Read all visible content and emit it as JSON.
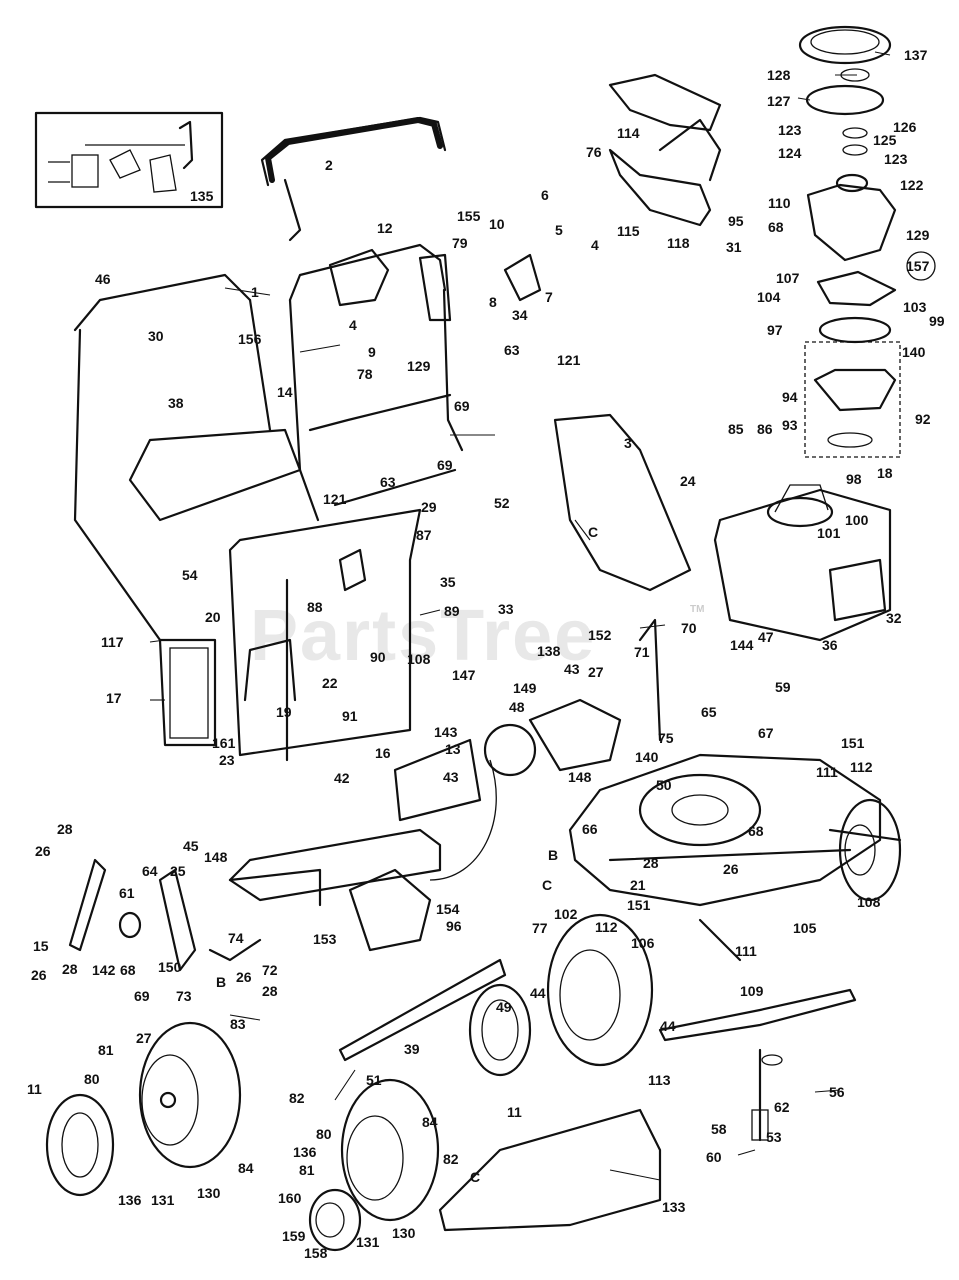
{
  "watermark": "PartsTree",
  "trademark": "TM",
  "callouts": [
    {
      "id": "c137",
      "label": "137"
    },
    {
      "id": "c128",
      "label": "128"
    },
    {
      "id": "c127",
      "label": "127"
    },
    {
      "id": "c126",
      "label": "126"
    },
    {
      "id": "c123a",
      "label": "123"
    },
    {
      "id": "c125",
      "label": "125"
    },
    {
      "id": "c124",
      "label": "124"
    },
    {
      "id": "c123b",
      "label": "123"
    },
    {
      "id": "c122",
      "label": "122"
    },
    {
      "id": "c110",
      "label": "110"
    },
    {
      "id": "c68a",
      "label": "68"
    },
    {
      "id": "c129a",
      "label": "129"
    },
    {
      "id": "c157",
      "label": "157"
    },
    {
      "id": "c107",
      "label": "107"
    },
    {
      "id": "c104",
      "label": "104"
    },
    {
      "id": "c103",
      "label": "103"
    },
    {
      "id": "c99",
      "label": "99"
    },
    {
      "id": "c97",
      "label": "97"
    },
    {
      "id": "c140a",
      "label": "140"
    },
    {
      "id": "c94",
      "label": "94"
    },
    {
      "id": "c93",
      "label": "93"
    },
    {
      "id": "c92",
      "label": "92"
    },
    {
      "id": "c85",
      "label": "85"
    },
    {
      "id": "c86",
      "label": "86"
    },
    {
      "id": "c98",
      "label": "98"
    },
    {
      "id": "c18",
      "label": "18"
    },
    {
      "id": "c100",
      "label": "100"
    },
    {
      "id": "c101",
      "label": "101"
    },
    {
      "id": "c32",
      "label": "32"
    },
    {
      "id": "c36",
      "label": "36"
    },
    {
      "id": "c114",
      "label": "114"
    },
    {
      "id": "c76",
      "label": "76"
    },
    {
      "id": "c115",
      "label": "115"
    },
    {
      "id": "c118",
      "label": "118"
    },
    {
      "id": "c31",
      "label": "31"
    },
    {
      "id": "c95",
      "label": "95"
    },
    {
      "id": "c135",
      "label": "135"
    },
    {
      "id": "c2",
      "label": "2"
    },
    {
      "id": "c155",
      "label": "155"
    },
    {
      "id": "c6",
      "label": "6"
    },
    {
      "id": "c10",
      "label": "10"
    },
    {
      "id": "c5",
      "label": "5"
    },
    {
      "id": "c4a",
      "label": "4"
    },
    {
      "id": "c12",
      "label": "12"
    },
    {
      "id": "c79",
      "label": "79"
    },
    {
      "id": "c7",
      "label": "7"
    },
    {
      "id": "c34",
      "label": "34"
    },
    {
      "id": "c8",
      "label": "8"
    },
    {
      "id": "c4b",
      "label": "4"
    },
    {
      "id": "c9",
      "label": "9"
    },
    {
      "id": "c129b",
      "label": "129"
    },
    {
      "id": "c1",
      "label": "1"
    },
    {
      "id": "c46",
      "label": "46"
    },
    {
      "id": "c156",
      "label": "156"
    },
    {
      "id": "c14",
      "label": "14"
    },
    {
      "id": "c30",
      "label": "30"
    },
    {
      "id": "c38",
      "label": "38"
    },
    {
      "id": "c78",
      "label": "78"
    },
    {
      "id": "c63a",
      "label": "63"
    },
    {
      "id": "c121a",
      "label": "121"
    },
    {
      "id": "c69a",
      "label": "69"
    },
    {
      "id": "c3",
      "label": "3"
    },
    {
      "id": "c63b",
      "label": "63"
    },
    {
      "id": "c69b",
      "label": "69"
    },
    {
      "id": "c121b",
      "label": "121"
    },
    {
      "id": "c29",
      "label": "29"
    },
    {
      "id": "c52",
      "label": "52"
    },
    {
      "id": "c24",
      "label": "24"
    },
    {
      "id": "cC1",
      "label": "C"
    },
    {
      "id": "c87",
      "label": "87"
    },
    {
      "id": "c54",
      "label": "54"
    },
    {
      "id": "c35",
      "label": "35"
    },
    {
      "id": "c33",
      "label": "33"
    },
    {
      "id": "c20",
      "label": "20"
    },
    {
      "id": "c88",
      "label": "88"
    },
    {
      "id": "c89",
      "label": "89"
    },
    {
      "id": "c70",
      "label": "70"
    },
    {
      "id": "c117",
      "label": "117"
    },
    {
      "id": "c90",
      "label": "90"
    },
    {
      "id": "c22",
      "label": "22"
    },
    {
      "id": "c108a",
      "label": "108"
    },
    {
      "id": "c138",
      "label": "138"
    },
    {
      "id": "c152",
      "label": "152"
    },
    {
      "id": "c71",
      "label": "71"
    },
    {
      "id": "c144",
      "label": "144"
    },
    {
      "id": "c47",
      "label": "47"
    },
    {
      "id": "c59",
      "label": "59"
    },
    {
      "id": "c17",
      "label": "17"
    },
    {
      "id": "c19",
      "label": "19"
    },
    {
      "id": "c91",
      "label": "91"
    },
    {
      "id": "c147",
      "label": "147"
    },
    {
      "id": "c43a",
      "label": "43"
    },
    {
      "id": "c27a",
      "label": "27"
    },
    {
      "id": "c149",
      "label": "149"
    },
    {
      "id": "c65",
      "label": "65"
    },
    {
      "id": "c48",
      "label": "48"
    },
    {
      "id": "c75",
      "label": "75"
    },
    {
      "id": "c67",
      "label": "67"
    },
    {
      "id": "c161",
      "label": "161"
    },
    {
      "id": "c23",
      "label": "23"
    },
    {
      "id": "c16",
      "label": "16"
    },
    {
      "id": "c143",
      "label": "143"
    },
    {
      "id": "c13",
      "label": "13"
    },
    {
      "id": "c140b",
      "label": "140"
    },
    {
      "id": "c148a",
      "label": "148"
    },
    {
      "id": "c50",
      "label": "50"
    },
    {
      "id": "c151a",
      "label": "151"
    },
    {
      "id": "c111a",
      "label": "111"
    },
    {
      "id": "c112a",
      "label": "112"
    },
    {
      "id": "c42",
      "label": "42"
    },
    {
      "id": "c43b",
      "label": "43"
    },
    {
      "id": "c68b",
      "label": "68"
    },
    {
      "id": "c28a",
      "label": "28"
    },
    {
      "id": "c66",
      "label": "66"
    },
    {
      "id": "c26a",
      "label": "26"
    },
    {
      "id": "cB1",
      "label": "B"
    },
    {
      "id": "c28b",
      "label": "28"
    },
    {
      "id": "c26b",
      "label": "26"
    },
    {
      "id": "c45",
      "label": "45"
    },
    {
      "id": "c148b",
      "label": "148"
    },
    {
      "id": "c25",
      "label": "25"
    },
    {
      "id": "c64",
      "label": "64"
    },
    {
      "id": "cC2",
      "label": "C"
    },
    {
      "id": "c77",
      "label": "77"
    },
    {
      "id": "c21",
      "label": "21"
    },
    {
      "id": "c102",
      "label": "102"
    },
    {
      "id": "c151b",
      "label": "151"
    },
    {
      "id": "c108b",
      "label": "108"
    },
    {
      "id": "c105",
      "label": "105"
    },
    {
      "id": "c154",
      "label": "154"
    },
    {
      "id": "c112b",
      "label": "112"
    },
    {
      "id": "c111b",
      "label": "111"
    },
    {
      "id": "c61",
      "label": "61"
    },
    {
      "id": "c15",
      "label": "15"
    },
    {
      "id": "c74",
      "label": "74"
    },
    {
      "id": "c153",
      "label": "153"
    },
    {
      "id": "c96",
      "label": "96"
    },
    {
      "id": "c106",
      "label": "106"
    },
    {
      "id": "c109",
      "label": "109"
    },
    {
      "id": "c142",
      "label": "142"
    },
    {
      "id": "c68c",
      "label": "68"
    },
    {
      "id": "c150",
      "label": "150"
    },
    {
      "id": "c72",
      "label": "72"
    },
    {
      "id": "c26c",
      "label": "26"
    },
    {
      "id": "c28c",
      "label": "28"
    },
    {
      "id": "c69c",
      "label": "69"
    },
    {
      "id": "cB2",
      "label": "B"
    },
    {
      "id": "c26d",
      "label": "26"
    },
    {
      "id": "c28d",
      "label": "28"
    },
    {
      "id": "c73",
      "label": "73"
    },
    {
      "id": "c49",
      "label": "49"
    },
    {
      "id": "c44a",
      "label": "44"
    },
    {
      "id": "c44b",
      "label": "44"
    },
    {
      "id": "c83",
      "label": "83"
    },
    {
      "id": "c11a",
      "label": "11"
    },
    {
      "id": "c81a",
      "label": "81"
    },
    {
      "id": "c27b",
      "label": "27"
    },
    {
      "id": "c80a",
      "label": "80"
    },
    {
      "id": "c82a",
      "label": "82"
    },
    {
      "id": "c39",
      "label": "39"
    },
    {
      "id": "c51",
      "label": "51"
    },
    {
      "id": "c113",
      "label": "113"
    },
    {
      "id": "c56",
      "label": "56"
    },
    {
      "id": "c62",
      "label": "62"
    },
    {
      "id": "c11b",
      "label": "11"
    },
    {
      "id": "c58",
      "label": "58"
    },
    {
      "id": "c53",
      "label": "53"
    },
    {
      "id": "c60",
      "label": "60"
    },
    {
      "id": "c84a",
      "label": "84"
    },
    {
      "id": "c130a",
      "label": "130"
    },
    {
      "id": "c136a",
      "label": "136"
    },
    {
      "id": "c131a",
      "label": "131"
    },
    {
      "id": "c84b",
      "label": "84"
    },
    {
      "id": "c80b",
      "label": "80"
    },
    {
      "id": "c136b",
      "label": "136"
    },
    {
      "id": "c82b",
      "label": "82"
    },
    {
      "id": "c81b",
      "label": "81"
    },
    {
      "id": "c160",
      "label": "160"
    },
    {
      "id": "c159",
      "label": "159"
    },
    {
      "id": "c131b",
      "label": "131"
    },
    {
      "id": "c130b",
      "label": "130"
    },
    {
      "id": "c158",
      "label": "158"
    },
    {
      "id": "cC3",
      "label": "C"
    },
    {
      "id": "c133",
      "label": "133"
    }
  ]
}
